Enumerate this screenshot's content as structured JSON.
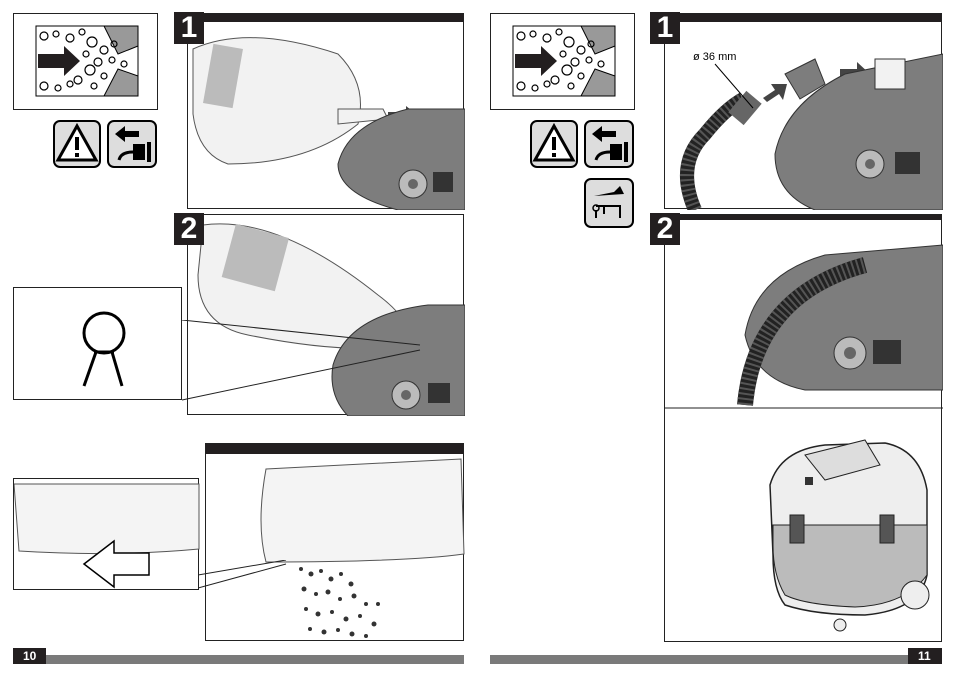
{
  "left_page": {
    "page_number": "10",
    "steps": [
      {
        "number": "1"
      },
      {
        "number": "2"
      }
    ]
  },
  "right_page": {
    "page_number": "11",
    "steps": [
      {
        "number": "1",
        "diameter_label": "ø 36 mm"
      },
      {
        "number": "2"
      }
    ]
  },
  "icons": [
    "dust-flow-icon",
    "warning-triangle-icon",
    "unplug-icon",
    "vacuum-connection-icon"
  ]
}
